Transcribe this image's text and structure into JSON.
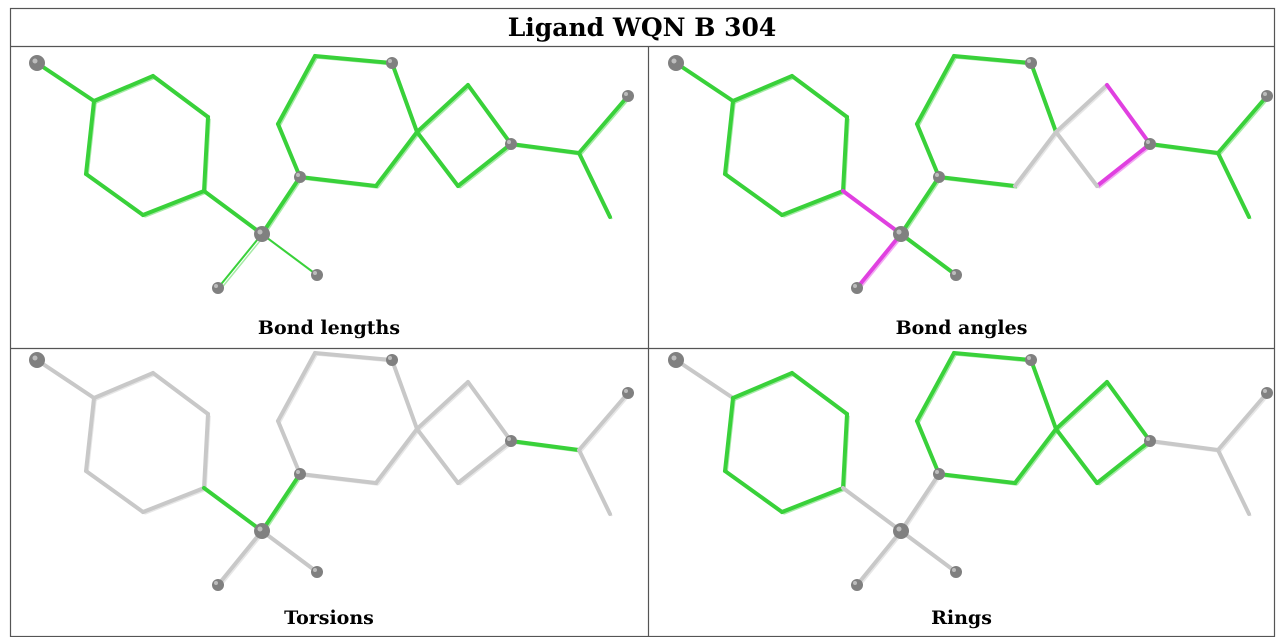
{
  "title": "Ligand WQN B 304",
  "colors": {
    "pass": "#39d13a",
    "outlier": "#e040e0",
    "neutral": "#c8c8c8",
    "atom": "#808080",
    "grid": "#555555"
  },
  "panels": [
    {
      "caption": "Bond lengths"
    },
    {
      "caption": "Bond angles"
    },
    {
      "caption": "Torsions"
    },
    {
      "caption": "Rings"
    }
  ]
}
